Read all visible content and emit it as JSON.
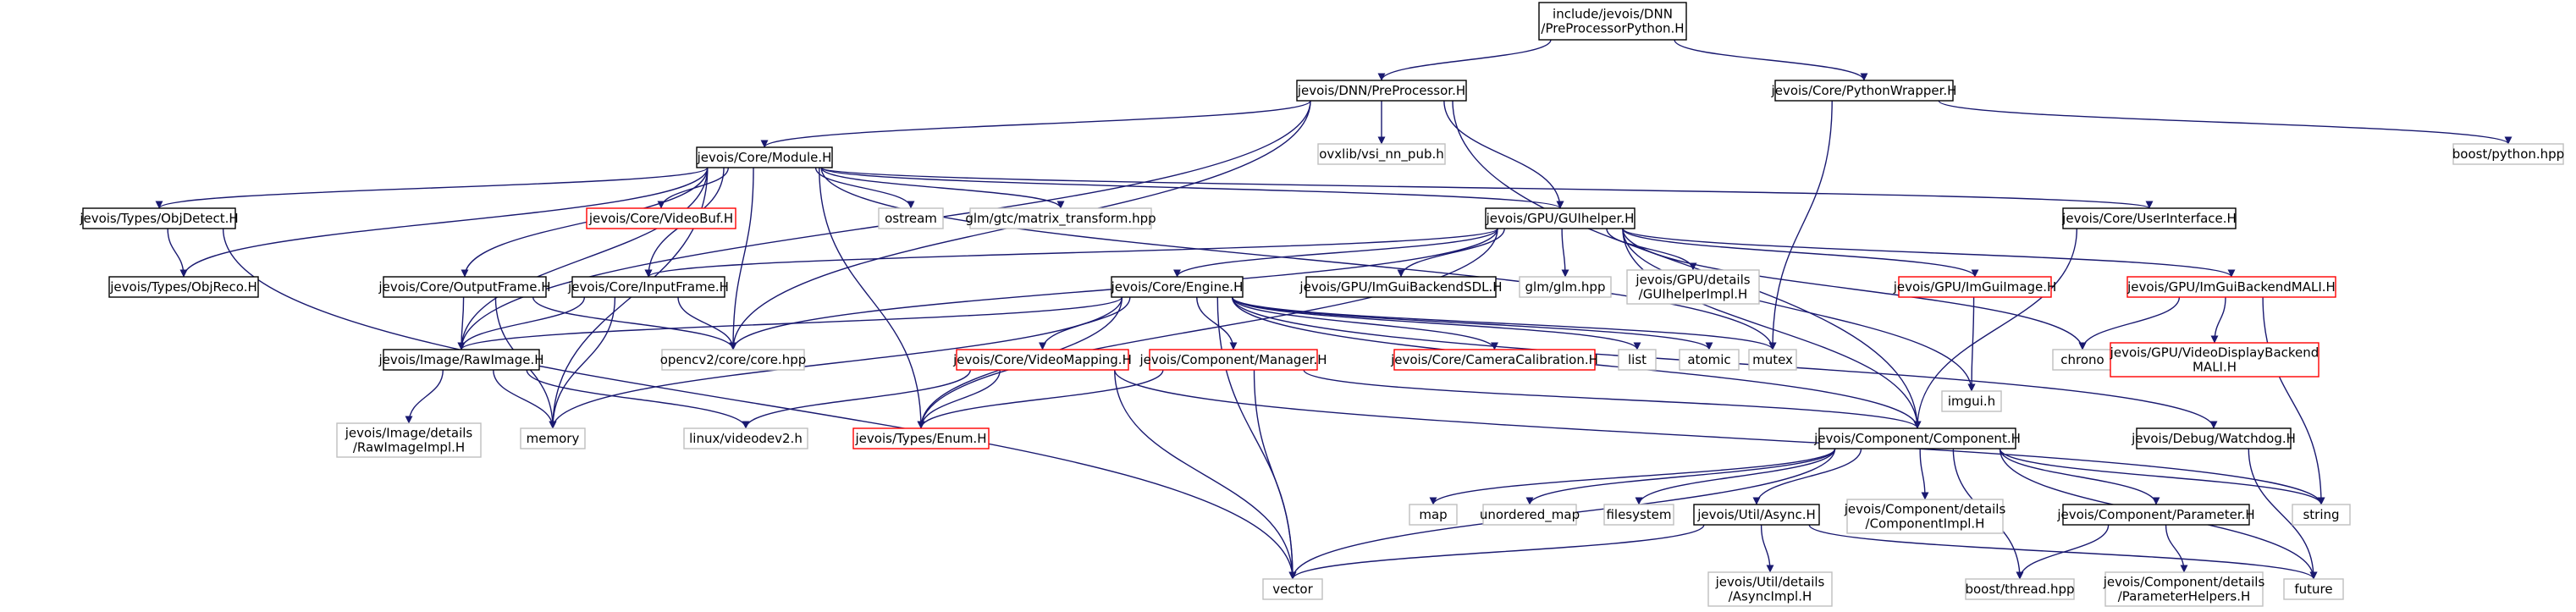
{
  "colors": {
    "edge": "#191970",
    "root_fill": "#bfbfbf",
    "documented_border": "#000000",
    "undocumented_border": "#ff0000",
    "external_border": "#bfbfbf",
    "external_text": "#7f7f7f"
  },
  "nodes": [
    {
      "id": "root",
      "kind": "root",
      "lines": [
        "include/jevois/DNN",
        "/PreProcessorPython.H"
      ]
    },
    {
      "id": "preproc",
      "kind": "documented",
      "lines": [
        "jevois/DNN/PreProcessor.H"
      ]
    },
    {
      "id": "pywrap",
      "kind": "documented",
      "lines": [
        "jevois/Core/PythonWrapper.H"
      ]
    },
    {
      "id": "boostpy",
      "kind": "external",
      "lines": [
        "boost/python.hpp"
      ]
    },
    {
      "id": "module",
      "kind": "documented",
      "lines": [
        "jevois/Core/Module.H"
      ]
    },
    {
      "id": "ovxlib",
      "kind": "external",
      "lines": [
        "ovxlib/vsi_nn_pub.h"
      ]
    },
    {
      "id": "guihelper",
      "kind": "documented",
      "lines": [
        "jevois/GPU/GUIhelper.H"
      ]
    },
    {
      "id": "objdetect",
      "kind": "documented",
      "lines": [
        "jevois/Types/ObjDetect.H"
      ]
    },
    {
      "id": "videobuf",
      "kind": "undocumented",
      "lines": [
        "jevois/Core/VideoBuf.H"
      ]
    },
    {
      "id": "ostream",
      "kind": "external",
      "lines": [
        "ostream"
      ]
    },
    {
      "id": "glmmat",
      "kind": "external",
      "lines": [
        "glm/gtc/matrix_transform.hpp"
      ]
    },
    {
      "id": "userif",
      "kind": "documented",
      "lines": [
        "jevois/Core/UserInterface.H"
      ]
    },
    {
      "id": "objreco",
      "kind": "documented",
      "lines": [
        "jevois/Types/ObjReco.H"
      ]
    },
    {
      "id": "outframe",
      "kind": "documented",
      "lines": [
        "jevois/Core/OutputFrame.H"
      ]
    },
    {
      "id": "inframe",
      "kind": "documented",
      "lines": [
        "jevois/Core/InputFrame.H"
      ]
    },
    {
      "id": "engine",
      "kind": "documented",
      "lines": [
        "jevois/Core/Engine.H"
      ]
    },
    {
      "id": "imguisdl",
      "kind": "documented",
      "lines": [
        "jevois/GPU/ImGuiBackendSDL.H"
      ]
    },
    {
      "id": "glm",
      "kind": "external",
      "lines": [
        "glm/glm.hpp"
      ]
    },
    {
      "id": "guihelperimpl",
      "kind": "external",
      "lines": [
        "jevois/GPU/details",
        "/GUIhelperImpl.H"
      ]
    },
    {
      "id": "imguiimage",
      "kind": "undocumented",
      "lines": [
        "jevois/GPU/ImGuiImage.H"
      ]
    },
    {
      "id": "imguimali",
      "kind": "undocumented",
      "lines": [
        "jevois/GPU/ImGuiBackendMALI.H"
      ]
    },
    {
      "id": "rawimage",
      "kind": "documented",
      "lines": [
        "jevois/Image/RawImage.H"
      ]
    },
    {
      "id": "opencv",
      "kind": "external",
      "lines": [
        "opencv2/core/core.hpp"
      ]
    },
    {
      "id": "videomapping",
      "kind": "undocumented",
      "lines": [
        "jevois/Core/VideoMapping.H"
      ]
    },
    {
      "id": "manager",
      "kind": "undocumented",
      "lines": [
        "jevois/Component/Manager.H"
      ]
    },
    {
      "id": "camcalib",
      "kind": "undocumented",
      "lines": [
        "jevois/Core/CameraCalibration.H"
      ]
    },
    {
      "id": "list",
      "kind": "external",
      "lines": [
        "list"
      ]
    },
    {
      "id": "atomic",
      "kind": "external",
      "lines": [
        "atomic"
      ]
    },
    {
      "id": "mutex",
      "kind": "external",
      "lines": [
        "mutex"
      ]
    },
    {
      "id": "imguih",
      "kind": "external",
      "lines": [
        "imgui.h"
      ]
    },
    {
      "id": "chrono",
      "kind": "external",
      "lines": [
        "chrono"
      ]
    },
    {
      "id": "videodisplaymali",
      "kind": "undocumented",
      "lines": [
        "jevois/GPU/VideoDisplayBackend",
        "MALI.H"
      ]
    },
    {
      "id": "rawimageimpl",
      "kind": "external",
      "lines": [
        "jevois/Image/details",
        "/RawImageImpl.H"
      ]
    },
    {
      "id": "memory",
      "kind": "external",
      "lines": [
        "memory"
      ]
    },
    {
      "id": "videodev2",
      "kind": "external",
      "lines": [
        "linux/videodev2.h"
      ]
    },
    {
      "id": "enum",
      "kind": "undocumented",
      "lines": [
        "jevois/Types/Enum.H"
      ]
    },
    {
      "id": "component",
      "kind": "documented",
      "lines": [
        "jevois/Component/Component.H"
      ]
    },
    {
      "id": "watchdog",
      "kind": "documented",
      "lines": [
        "jevois/Debug/Watchdog.H"
      ]
    },
    {
      "id": "map",
      "kind": "external",
      "lines": [
        "map"
      ]
    },
    {
      "id": "unorderedmap",
      "kind": "external",
      "lines": [
        "unordered_map"
      ]
    },
    {
      "id": "filesystem",
      "kind": "external",
      "lines": [
        "filesystem"
      ]
    },
    {
      "id": "async",
      "kind": "documented",
      "lines": [
        "jevois/Util/Async.H"
      ]
    },
    {
      "id": "componentimpl",
      "kind": "external",
      "lines": [
        "jevois/Component/details",
        "/ComponentImpl.H"
      ]
    },
    {
      "id": "parameter",
      "kind": "documented",
      "lines": [
        "jevois/Component/Parameter.H"
      ]
    },
    {
      "id": "string",
      "kind": "external",
      "lines": [
        "string"
      ]
    },
    {
      "id": "vector",
      "kind": "external",
      "lines": [
        "vector"
      ]
    },
    {
      "id": "asyncimpl",
      "kind": "external",
      "lines": [
        "jevois/Util/details",
        "/AsyncImpl.H"
      ]
    },
    {
      "id": "boostthread",
      "kind": "external",
      "lines": [
        "boost/thread.hpp"
      ]
    },
    {
      "id": "paramhelpers",
      "kind": "external",
      "lines": [
        "jevois/Component/details",
        "/ParameterHelpers.H"
      ]
    },
    {
      "id": "future",
      "kind": "external",
      "lines": [
        "future"
      ]
    }
  ],
  "edges": [
    [
      "root",
      "preproc"
    ],
    [
      "root",
      "pywrap"
    ],
    [
      "preproc",
      "module"
    ],
    [
      "preproc",
      "ovxlib"
    ],
    [
      "preproc",
      "guihelper"
    ],
    [
      "preproc",
      "rawimage"
    ],
    [
      "preproc",
      "opencv"
    ],
    [
      "preproc",
      "component"
    ],
    [
      "pywrap",
      "boostpy"
    ],
    [
      "pywrap",
      "mutex"
    ],
    [
      "module",
      "objdetect"
    ],
    [
      "module",
      "objreco"
    ],
    [
      "module",
      "videobuf"
    ],
    [
      "module",
      "ostream"
    ],
    [
      "module",
      "glmmat"
    ],
    [
      "module",
      "guihelper"
    ],
    [
      "module",
      "userif"
    ],
    [
      "module",
      "outframe"
    ],
    [
      "module",
      "inframe"
    ],
    [
      "module",
      "rawimage"
    ],
    [
      "module",
      "opencv"
    ],
    [
      "module",
      "memory"
    ],
    [
      "module",
      "enum"
    ],
    [
      "module",
      "mutex"
    ],
    [
      "objdetect",
      "objreco"
    ],
    [
      "objdetect",
      "vector"
    ],
    [
      "guihelper",
      "inframe"
    ],
    [
      "guihelper",
      "engine"
    ],
    [
      "guihelper",
      "imguisdl"
    ],
    [
      "guihelper",
      "glm"
    ],
    [
      "guihelper",
      "guihelperimpl"
    ],
    [
      "guihelper",
      "imguiimage"
    ],
    [
      "guihelper",
      "imguimali"
    ],
    [
      "guihelper",
      "opencv"
    ],
    [
      "guihelper",
      "enum"
    ],
    [
      "guihelper",
      "component"
    ],
    [
      "guihelper",
      "imguih"
    ],
    [
      "guihelper",
      "chrono"
    ],
    [
      "userif",
      "component"
    ],
    [
      "outframe",
      "rawimage"
    ],
    [
      "outframe",
      "opencv"
    ],
    [
      "outframe",
      "memory"
    ],
    [
      "inframe",
      "rawimage"
    ],
    [
      "inframe",
      "opencv"
    ],
    [
      "inframe",
      "memory"
    ],
    [
      "engine",
      "rawimage"
    ],
    [
      "engine",
      "videomapping"
    ],
    [
      "engine",
      "manager"
    ],
    [
      "engine",
      "camcalib"
    ],
    [
      "engine",
      "list"
    ],
    [
      "engine",
      "atomic"
    ],
    [
      "engine",
      "mutex"
    ],
    [
      "engine",
      "enum"
    ],
    [
      "engine",
      "memory"
    ],
    [
      "engine",
      "vector"
    ],
    [
      "engine",
      "watchdog"
    ],
    [
      "engine",
      "component"
    ],
    [
      "imguiimage",
      "imguih"
    ],
    [
      "imguimali",
      "chrono"
    ],
    [
      "imguimali",
      "videodisplaymali"
    ],
    [
      "imguimali",
      "string"
    ],
    [
      "rawimage",
      "rawimageimpl"
    ],
    [
      "rawimage",
      "memory"
    ],
    [
      "rawimage",
      "videodev2"
    ],
    [
      "videomapping",
      "videodev2"
    ],
    [
      "videomapping",
      "enum"
    ],
    [
      "videomapping",
      "vector"
    ],
    [
      "videomapping",
      "string"
    ],
    [
      "manager",
      "component"
    ],
    [
      "manager",
      "enum"
    ],
    [
      "manager",
      "vector"
    ],
    [
      "component",
      "map"
    ],
    [
      "component",
      "unorderedmap"
    ],
    [
      "component",
      "filesystem"
    ],
    [
      "component",
      "async"
    ],
    [
      "component",
      "componentimpl"
    ],
    [
      "component",
      "parameter"
    ],
    [
      "component",
      "string"
    ],
    [
      "component",
      "vector"
    ],
    [
      "component",
      "boostthread"
    ],
    [
      "component",
      "future"
    ],
    [
      "watchdog",
      "future"
    ],
    [
      "async",
      "vector"
    ],
    [
      "async",
      "asyncimpl"
    ],
    [
      "async",
      "future"
    ],
    [
      "parameter",
      "boostthread"
    ],
    [
      "parameter",
      "paramhelpers"
    ]
  ]
}
